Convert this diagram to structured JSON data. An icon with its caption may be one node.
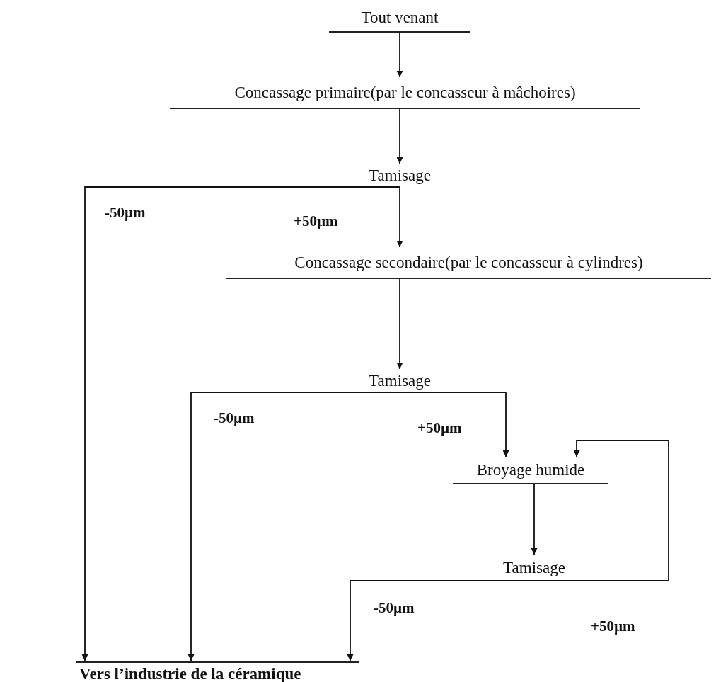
{
  "diagram": {
    "nodes": [
      {
        "text": [
          "Tout venant"
        ]
      },
      {
        "text": [
          "Concassage primaire(par le concasseur à mâchoires)"
        ]
      },
      {
        "text": [
          "Tamisage"
        ]
      },
      {
        "text": [
          "Concassage secondaire(par le concasseur à cylindres)"
        ]
      },
      {
        "text": [
          "Tamisage"
        ]
      },
      {
        "text": [
          "Broyage humide"
        ]
      },
      {
        "text": [
          "Tamisage"
        ]
      },
      {
        "text": [
          "Vers l’industrie de la céramique"
        ]
      }
    ],
    "edges": [
      {
        "from": 0,
        "to": 1,
        "arrow": "to"
      },
      {
        "from": 1,
        "to": 2,
        "arrow": "to"
      },
      {
        "from": 2,
        "to": 3,
        "arrow": "to",
        "label": "+50µm"
      },
      {
        "from": 2,
        "to": 7,
        "arrow": "to",
        "label": "-50µm"
      },
      {
        "from": 3,
        "to": 4,
        "arrow": "to"
      },
      {
        "from": 4,
        "to": 5,
        "arrow": "to",
        "label": "+50µm"
      },
      {
        "from": 4,
        "to": 7,
        "arrow": "to",
        "label": "-50µm"
      },
      {
        "from": 5,
        "to": 6,
        "arrow": "to"
      },
      {
        "from": 6,
        "to": 5,
        "arrow": "to",
        "label": "+50µm"
      },
      {
        "from": 6,
        "to": 7,
        "arrow": "to",
        "label": "-50µm"
      }
    ]
  }
}
